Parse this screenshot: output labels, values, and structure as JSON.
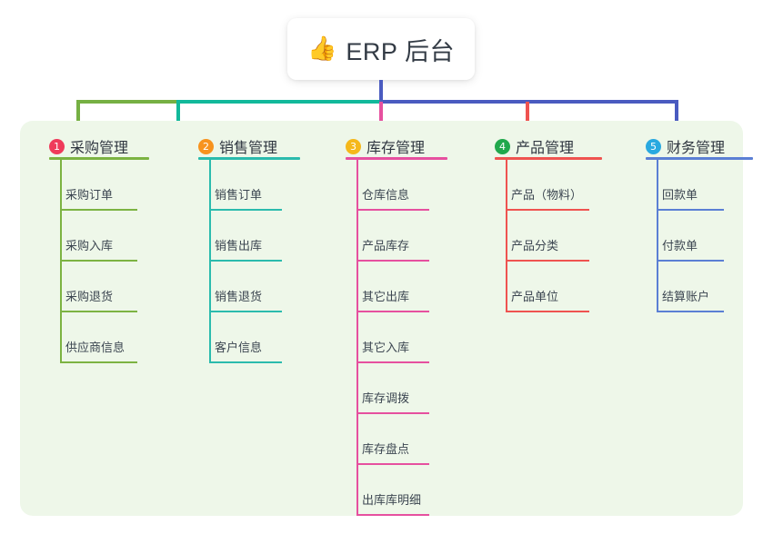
{
  "root": {
    "icon": "thumbs-up-icon",
    "icon_glyph": "👍",
    "title": "ERP 后台"
  },
  "theme": {
    "panel_bg": "#eef7e9",
    "page_bg": "#ffffff",
    "title_text": "#333b45",
    "item_text": "#3c4651",
    "trunk_color": "#4a5bc0"
  },
  "trunk": {
    "color": "#4a5bc0",
    "segments": [
      {
        "name": "segment-green",
        "color": "#76b043"
      },
      {
        "name": "segment-teal",
        "color": "#12b99b"
      },
      {
        "name": "segment-blue",
        "color": "#4a5bc0"
      }
    ]
  },
  "columns": [
    {
      "number": "1",
      "title": "采购管理",
      "badge_color": "#ef3b5b",
      "line_color": "#7cb342",
      "items": [
        {
          "label": "采购订单"
        },
        {
          "label": "采购入库"
        },
        {
          "label": "采购退货"
        },
        {
          "label": "供应商信息"
        }
      ]
    },
    {
      "number": "2",
      "title": "销售管理",
      "badge_color": "#f7931e",
      "line_color": "#2bbbad",
      "items": [
        {
          "label": "销售订单"
        },
        {
          "label": "销售出库"
        },
        {
          "label": "销售退货"
        },
        {
          "label": "客户信息"
        }
      ]
    },
    {
      "number": "3",
      "title": "库存管理",
      "badge_color": "#f5b81b",
      "line_color": "#e6509f",
      "items": [
        {
          "label": "仓库信息"
        },
        {
          "label": "产品库存"
        },
        {
          "label": "其它出库"
        },
        {
          "label": "其它入库"
        },
        {
          "label": "库存调拨"
        },
        {
          "label": "库存盘点"
        },
        {
          "label": "出库库明细"
        }
      ]
    },
    {
      "number": "4",
      "title": "产品管理",
      "badge_color": "#21a84c",
      "line_color": "#ef5350",
      "items": [
        {
          "label": "产品（物料）"
        },
        {
          "label": "产品分类"
        },
        {
          "label": "产品单位"
        }
      ]
    },
    {
      "number": "5",
      "title": "财务管理",
      "badge_color": "#29a9e0",
      "line_color": "#5b7fd4",
      "items": [
        {
          "label": "回款单"
        },
        {
          "label": "付款单"
        },
        {
          "label": "结算账户"
        }
      ]
    }
  ]
}
